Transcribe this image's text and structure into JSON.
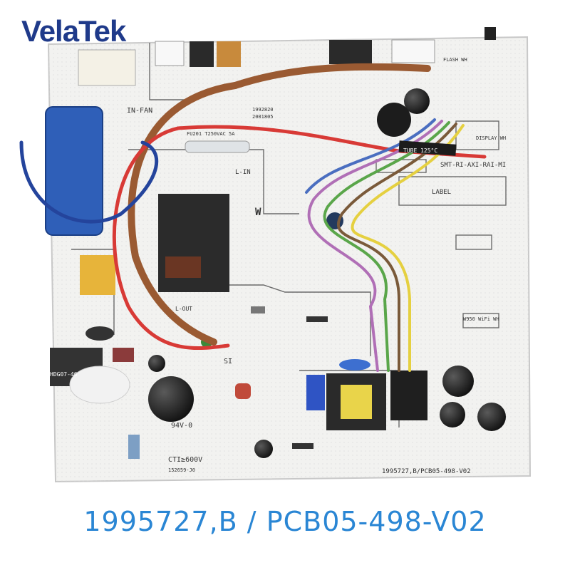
{
  "brand": "VelaTek",
  "caption": "1995727,B / PCB05-498-V02",
  "board": {
    "silkscreen": {
      "in_fan": "IN-FAN",
      "fuse": "FU201 T250VAC 5A",
      "l_in": "L-IN",
      "w_arrow": "W",
      "model_series": "SMT-RI-AXI-RAI-MI",
      "label_box": "LABEL",
      "tube": "TUBE 125°C",
      "flash": "FLASH WH",
      "display": "DISPLAY WH",
      "wifi": "W950 WiFi WH",
      "l_out": "L-OUT",
      "si": "SI",
      "inductor": "HDG07-46",
      "rating": "94V-0",
      "cti": "CTI≥600V",
      "date_code": "152659-J0",
      "board_id": "1995727,B/PCB05-498-V02",
      "sticker_1": "1992820",
      "sticker_2": "2001805"
    }
  }
}
